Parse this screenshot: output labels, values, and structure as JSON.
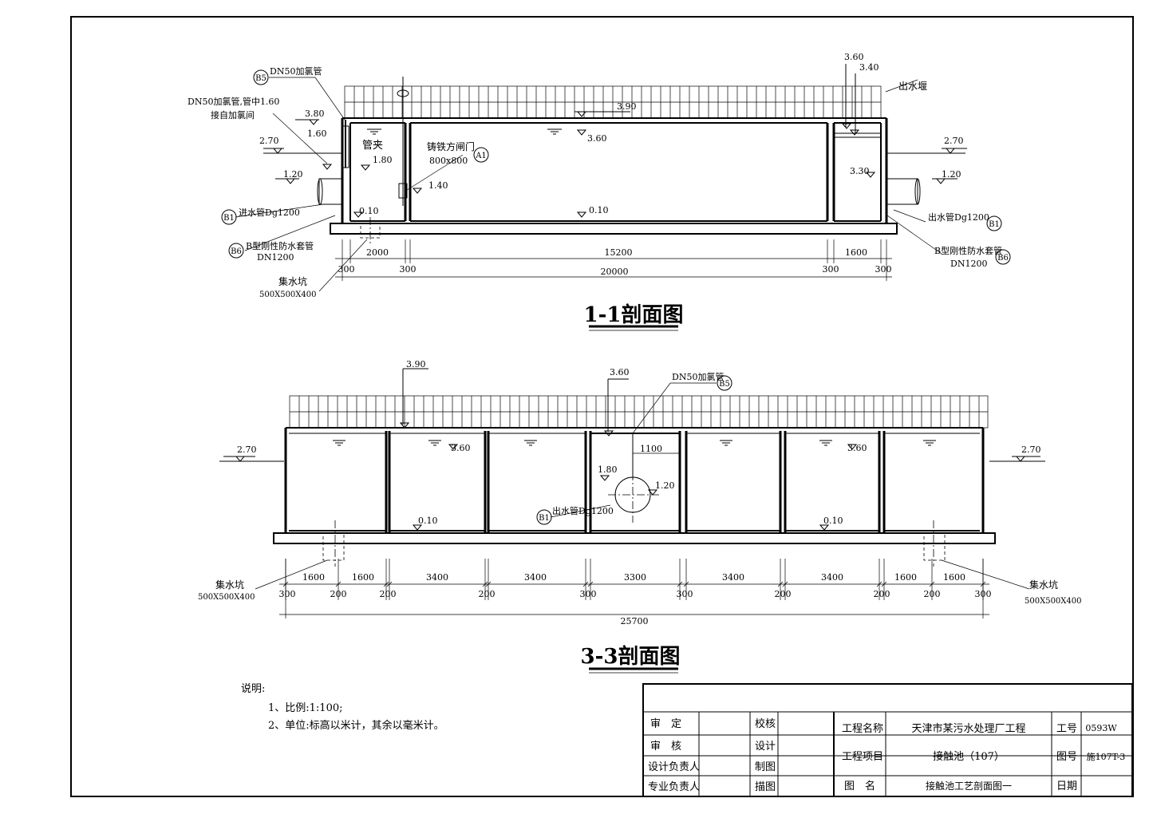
{
  "section_1": {
    "title": "1-1剖面图",
    "labels": {
      "dn50_pipe": "DN50加氯管",
      "dn50_pipe_center": "DN50加氯管,管中1.60",
      "connect_chlorine_room": "接自加氯间",
      "clamp": "管夹",
      "gate": "铸铁方闸门",
      "gate_size": "800x800",
      "inlet_pipe": "进水管Dg1200",
      "waterproof_sleeve_left": "B型刚性防水套管",
      "waterproof_sleeve_right": "B型刚性防水套管",
      "dn1200_left": "DN1200",
      "dn1200_right": "DN1200",
      "sump": "集水坑",
      "sump_size": "500X500X400",
      "outlet_weir": "出水堰",
      "outlet_pipe": "出水管Dg1200"
    },
    "elevations": {
      "e360_top": "3.60",
      "e340": "3.40",
      "e390": "3.90",
      "e380": "3.80",
      "e160": "1.60",
      "e270_left": "2.70",
      "e270_right": "2.70",
      "e180": "1.80",
      "e120_left": "1.20",
      "e120_right": "1.20",
      "e140": "1.40",
      "e360_water": "3.60",
      "e010_left": "0.10",
      "e010_mid": "0.10",
      "e330": "3.30"
    },
    "tags": {
      "b5": "B5",
      "b1_left": "B1",
      "b6_left": "B6",
      "a1": "A1",
      "b1_right": "B1",
      "b6_right": "B6"
    },
    "dims": [
      "300",
      "2000",
      "300",
      "15200",
      "300",
      "1600",
      "300"
    ],
    "total": "20000"
  },
  "section_3": {
    "title": "3-3剖面图",
    "labels": {
      "dn50_pipe": "DN50加氯管",
      "outlet_pipe": "出水管Dg1200",
      "sump_left": "集水坑",
      "sump_size_left": "500X500X400",
      "sump_right": "集水坑",
      "sump_size_right": "500X500X400"
    },
    "elevations": {
      "e390": "3.90",
      "e360_top": "3.60",
      "e270_left": "2.70",
      "e270_right": "2.70",
      "e360_a": "3.60",
      "e360_b": "3.60",
      "e180": "1.80",
      "e120": "1.20",
      "e010_a": "0.10",
      "e010_b": "0.10",
      "d1100": "1100"
    },
    "tags": {
      "b5": "B5",
      "b1": "B1"
    },
    "dims_upper": [
      "1600",
      "1600",
      "3400",
      "3400",
      "3300",
      "3400",
      "3400",
      "1600",
      "1600"
    ],
    "dims_lower": [
      "300",
      "200",
      "200",
      "200",
      "300",
      "300",
      "200",
      "200",
      "200",
      "300"
    ],
    "total": "25700"
  },
  "notes": {
    "heading": "说明:",
    "items": [
      "1、比例:1:100;",
      "2、单位:标高以米计，其余以毫米计。"
    ]
  },
  "title_block": {
    "roles": {
      "approve": "审　定",
      "review": "审　核",
      "design_lead": "设计负责人",
      "discipline_lead": "专业负责人",
      "check": "校核",
      "design": "设计",
      "draw": "制图",
      "trace": "描图"
    },
    "project_name_label": "工程名称",
    "project_name": "天津市某污水处理厂工程",
    "project_item_label": "工程项目",
    "project_item": "接触池（107）",
    "drawing_name_label": "图　名",
    "drawing_name": "接触池工艺剖面图一",
    "job_no_label": "工号",
    "job_no": "0593W",
    "drawing_no_label": "图号",
    "drawing_no": "施107T-3",
    "date_label": "日期",
    "date": ""
  }
}
